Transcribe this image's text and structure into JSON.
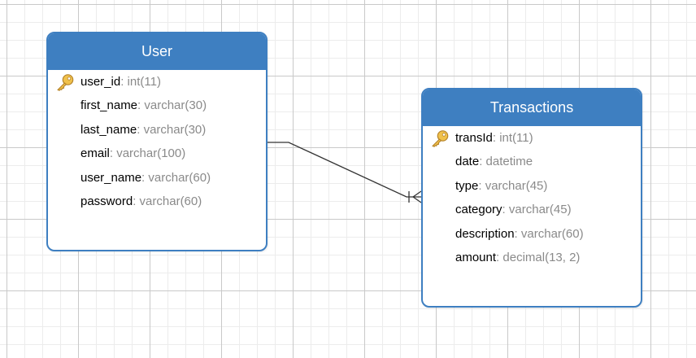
{
  "colors": {
    "header": "#3e7fc1",
    "header_text": "#ffffff",
    "field_name": "#000000",
    "field_type": "#8a8a8a",
    "key": "#e5b13a",
    "connector": "#333333"
  },
  "separator": ": ",
  "entities": {
    "user": {
      "title": "User",
      "fields": [
        {
          "name": "user_id",
          "type": "int(11)",
          "icon": "primary-key-icon"
        },
        {
          "name": "first_name",
          "type": "varchar(30)"
        },
        {
          "name": "last_name",
          "type": "varchar(30)"
        },
        {
          "name": "email",
          "type": "varchar(100)"
        },
        {
          "name": "user_name",
          "type": "varchar(60)"
        },
        {
          "name": "password",
          "type": "varchar(60)"
        }
      ]
    },
    "transactions": {
      "title": "Transactions",
      "fields": [
        {
          "name": "transId",
          "type": "int(11)",
          "icon": "primary-key-icon"
        },
        {
          "name": "date",
          "type": "datetime"
        },
        {
          "name": "type",
          "type": "varchar(45)"
        },
        {
          "name": "category",
          "type": "varchar(45)"
        },
        {
          "name": "description",
          "type": "varchar(60)"
        },
        {
          "name": "amount",
          "type": "decimal(13, 2)"
        }
      ]
    }
  },
  "relationship": {
    "from": "User",
    "to": "Transactions",
    "cardinality": "one-to-many"
  }
}
